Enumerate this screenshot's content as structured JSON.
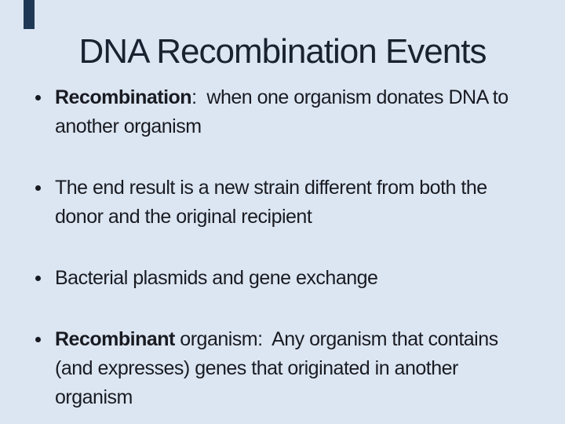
{
  "slide": {
    "background_color": "#DCE6F2",
    "accent_bar_color": "#1F3855",
    "title_color": "#1A2130",
    "body_color": "#191B22",
    "title": "DNA Recombination Events",
    "bullets": [
      {
        "lines": [
          [
            {
              "text": "Recombination",
              "bold": true
            },
            {
              "text": ":  when one organism donates DNA to",
              "bold": false
            }
          ],
          [
            {
              "text": "another organism",
              "bold": false
            }
          ]
        ]
      },
      {
        "lines": [
          [
            {
              "text": "The end result is a new strain different from both the",
              "bold": false
            }
          ],
          [
            {
              "text": "donor and the original recipient",
              "bold": false
            }
          ]
        ]
      },
      {
        "lines": [
          [
            {
              "text": "Bacterial plasmids and gene exchange",
              "bold": false
            }
          ]
        ]
      },
      {
        "lines": [
          [
            {
              "text": "Recombinant",
              "bold": true
            },
            {
              "text": " organism:  Any organism that contains",
              "bold": false
            }
          ],
          [
            {
              "text": "(and expresses) genes that originated in another",
              "bold": false
            }
          ],
          [
            {
              "text": "organism",
              "bold": false
            }
          ]
        ]
      }
    ]
  }
}
